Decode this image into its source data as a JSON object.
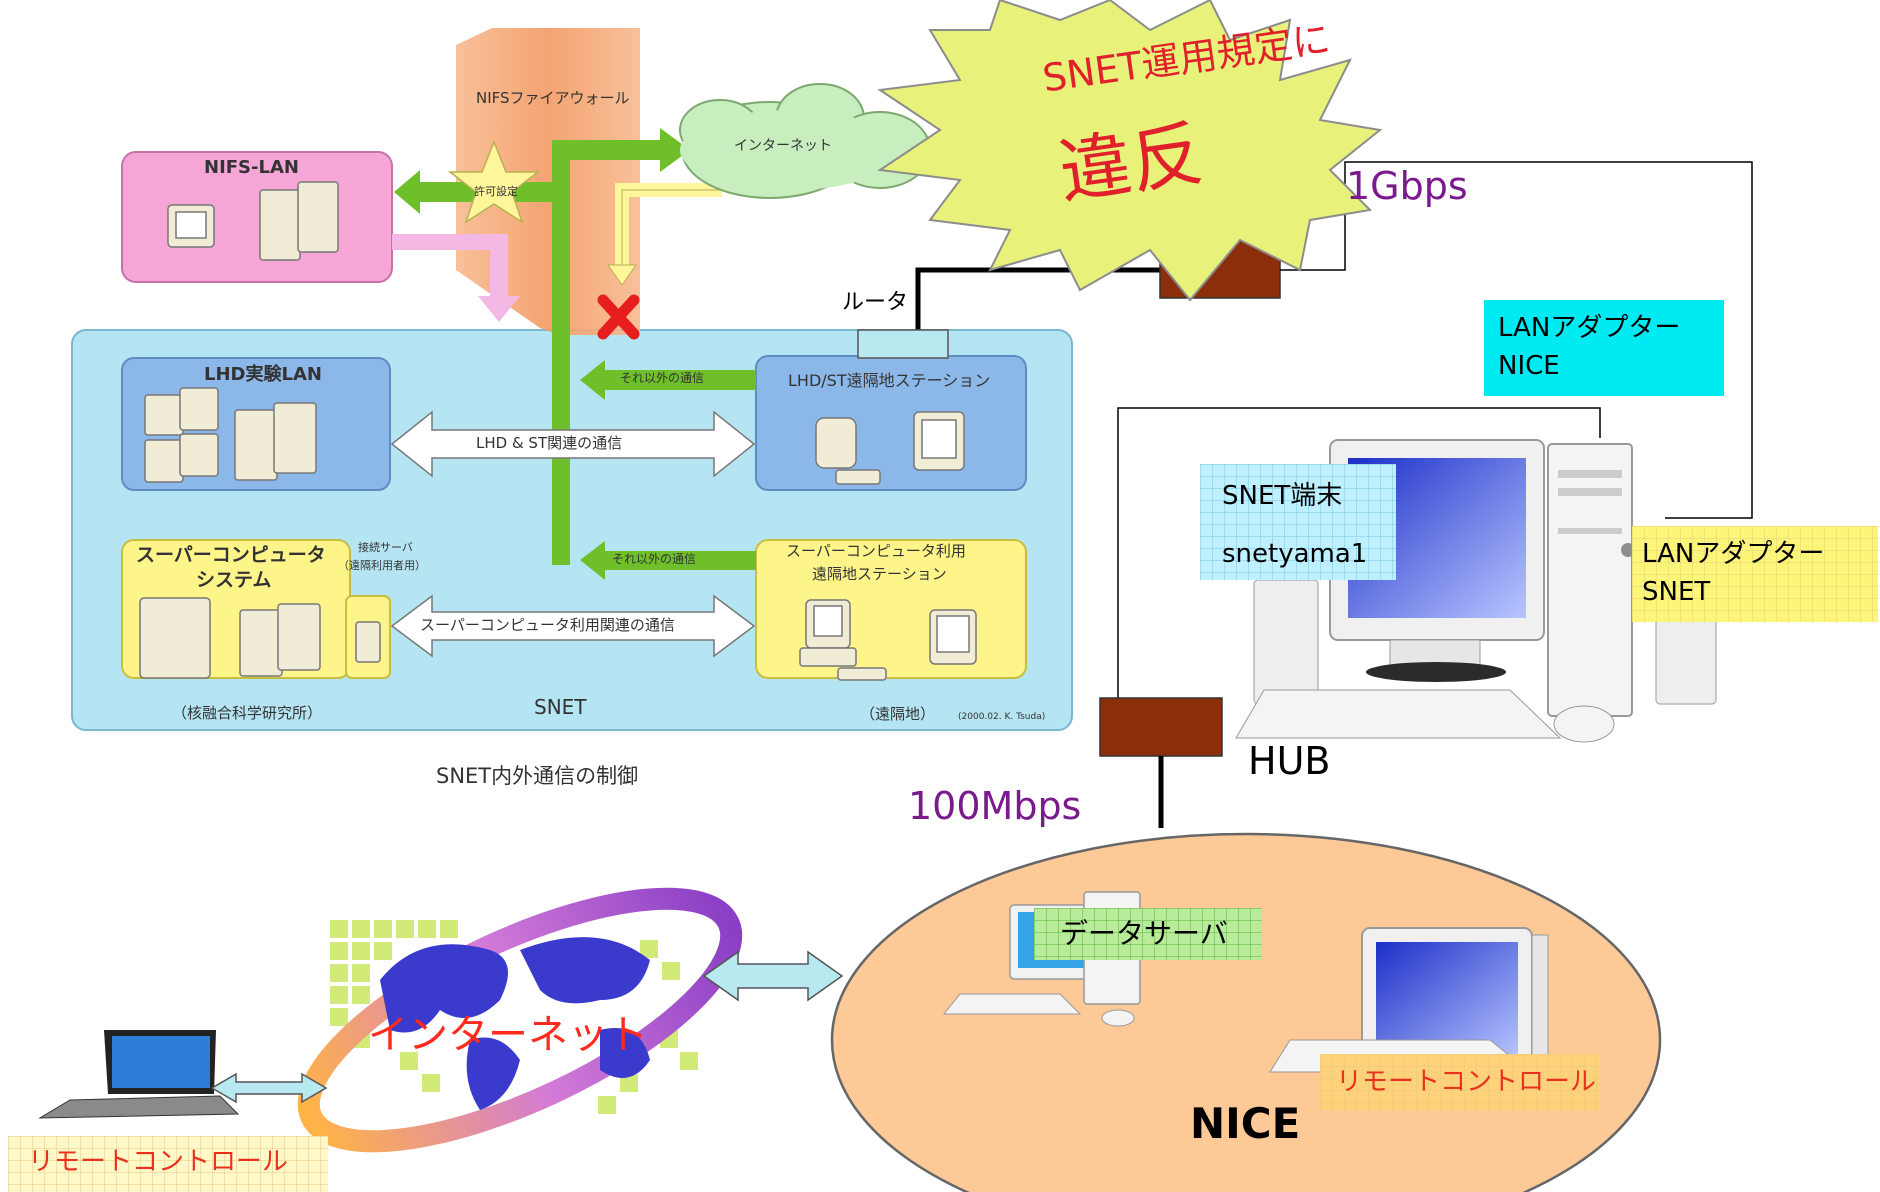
{
  "snet_diagram": {
    "firewall_label": "NIFSファイアウォール",
    "internet_label": "インターネット",
    "nifs_lan_label": "NIFS-LAN",
    "permission_label": "許可設定",
    "lhd_lan_label": "LHD実験LAN",
    "lhd_station_label": "LHD/ST遠隔地ステーション",
    "other_comm_1": "それ以外の通信",
    "other_comm_2": "それ以外の通信",
    "lhd_st_comm": "LHD & ST関連の通信",
    "supercomputer_label_1": "スーパーコンピュータ",
    "supercomputer_label_2": "システム",
    "connection_server_1": "接続サーバ",
    "connection_server_2": "（遠隔利用者用）",
    "sc_station_1": "スーパーコンピュータ利用",
    "sc_station_2": "遠隔地ステーション",
    "sc_comm": "スーパーコンピュータ利用関連の通信",
    "institute_label": "（核融合科学研究所）",
    "snet_label": "SNET",
    "remote_label": "（遠隔地）",
    "credit": "(2000.02. K. Tsuda)",
    "caption": "SNET内外通信の制御"
  },
  "burst": {
    "line1": "SNET運用規定に",
    "line2": "違反"
  },
  "router_label": "ルータ",
  "speed_1g": "1Gbps",
  "speed_100m": "100Mbps",
  "hub_label": "HUB",
  "lan_adapter_nice": [
    "LANアダプター",
    "NICE"
  ],
  "lan_adapter_snet": [
    "LANアダプター",
    "SNET"
  ],
  "snet_terminal": [
    "SNET端末",
    "snetyama1"
  ],
  "internet_globe_label": "インターネット",
  "remote_control_left": "リモートコントロール",
  "remote_control_right": "リモートコントロール",
  "data_server_label": "データサーバ",
  "nice_label": "NICE",
  "colors": {
    "snet_bg": "#b5e4f3",
    "nifs_lan": "#f29ad0",
    "lhd": "#8bb8e8",
    "sc": "#fdf58a",
    "burst": "#e8f27a",
    "nice_ellipse": "#fdc996",
    "arrow_green": "#6ebf2a",
    "speed": "#7a1a8c"
  }
}
